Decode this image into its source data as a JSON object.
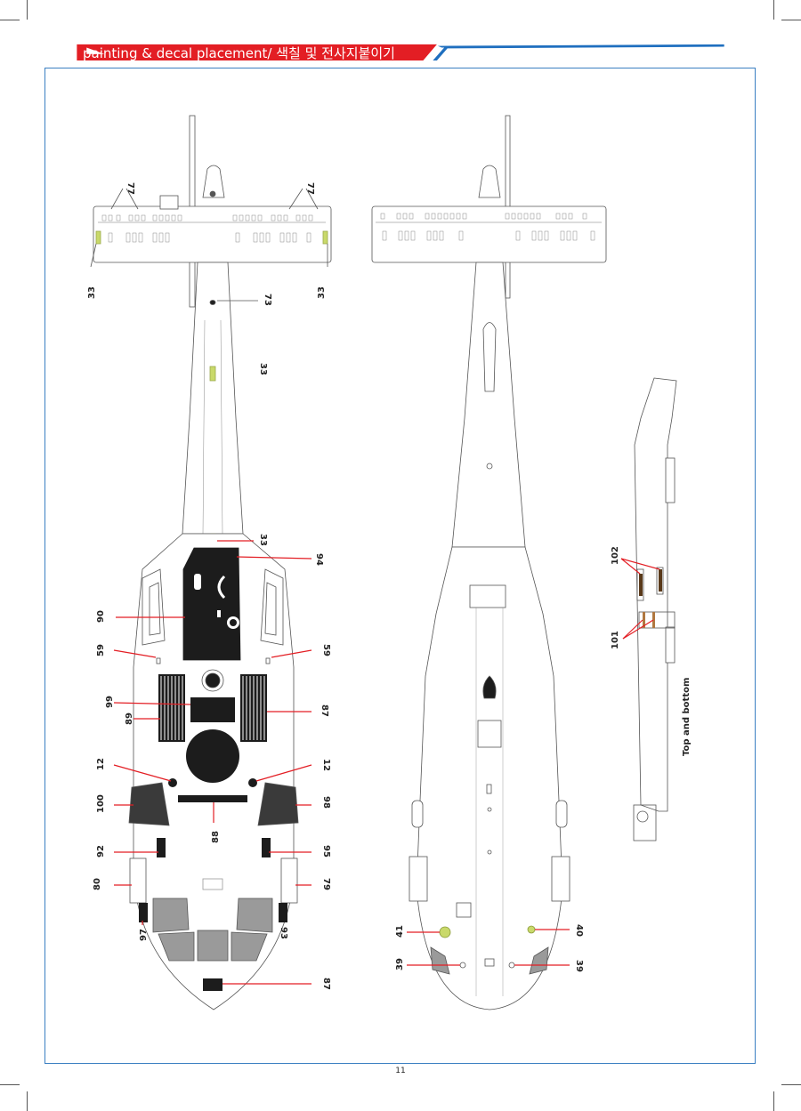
{
  "header": {
    "title": "painting & decal placement/ 색칠 및 전사지붙이기",
    "color_red": "#e31e24",
    "color_blue": "#1f6fbf"
  },
  "page_number": "11",
  "views": {
    "top_view": {
      "callouts": [
        "77",
        "77",
        "33",
        "33",
        "73",
        "33",
        "33",
        "94",
        "90",
        "59",
        "59",
        "99",
        "89",
        "87",
        "12",
        "12",
        "100",
        "98",
        "88",
        "92",
        "95",
        "80",
        "79",
        "97",
        "93",
        "87"
      ]
    },
    "bottom_view": {
      "callouts": [
        "41",
        "40",
        "39",
        "39"
      ]
    },
    "side_view": {
      "caption": "Top and bottom",
      "callouts": [
        "102",
        "101"
      ]
    }
  },
  "colors": {
    "decal_red_line": "#e31e24",
    "walkway_black": "#1c1c1c",
    "decal_yellow": "#c9d96a",
    "outline_gray": "#555555"
  }
}
